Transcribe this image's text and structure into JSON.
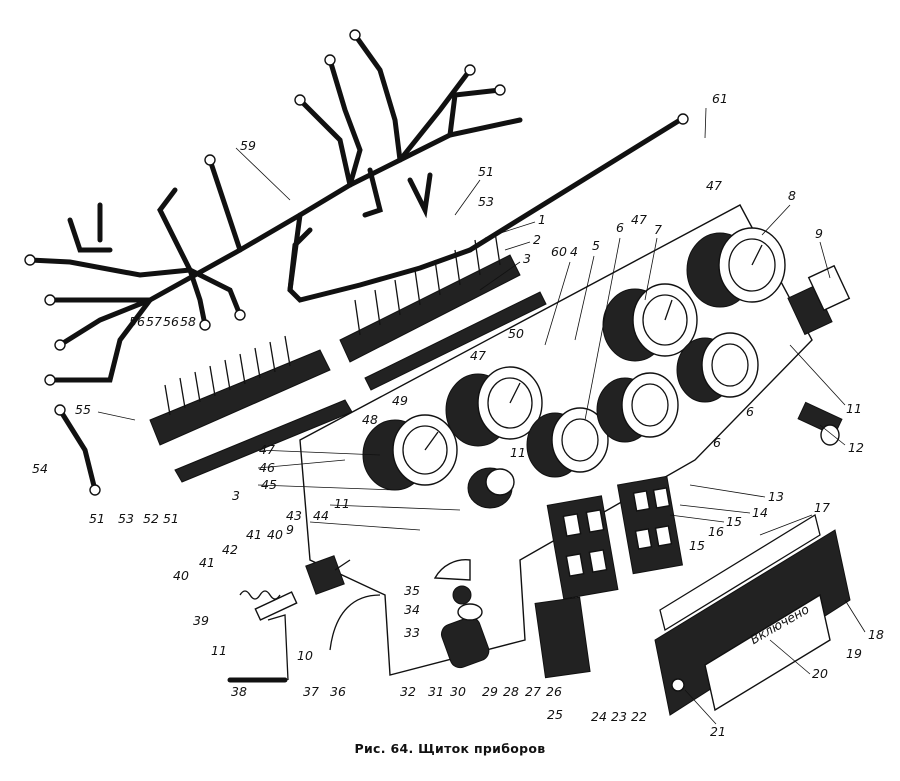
{
  "caption": "Рис. 64. Щиток приборов",
  "part_labels": [
    "1",
    "2",
    "3",
    "4",
    "5",
    "6",
    "7",
    "8",
    "9",
    "10",
    "11",
    "12",
    "13",
    "14",
    "15",
    "16",
    "17",
    "18",
    "19",
    "20",
    "21",
    "22",
    "23",
    "24",
    "25",
    "26",
    "27",
    "28",
    "29",
    "30",
    "31",
    "32",
    "33",
    "34",
    "35",
    "36",
    "37",
    "38",
    "39",
    "40",
    "41",
    "42",
    "43",
    "44",
    "45",
    "46",
    "47",
    "48",
    "49",
    "50",
    "51",
    "52",
    "53",
    "54",
    "55",
    "56",
    "57",
    "58",
    "59",
    "60",
    "61"
  ],
  "panel_texts": {
    "cover_plate": "Включено"
  }
}
